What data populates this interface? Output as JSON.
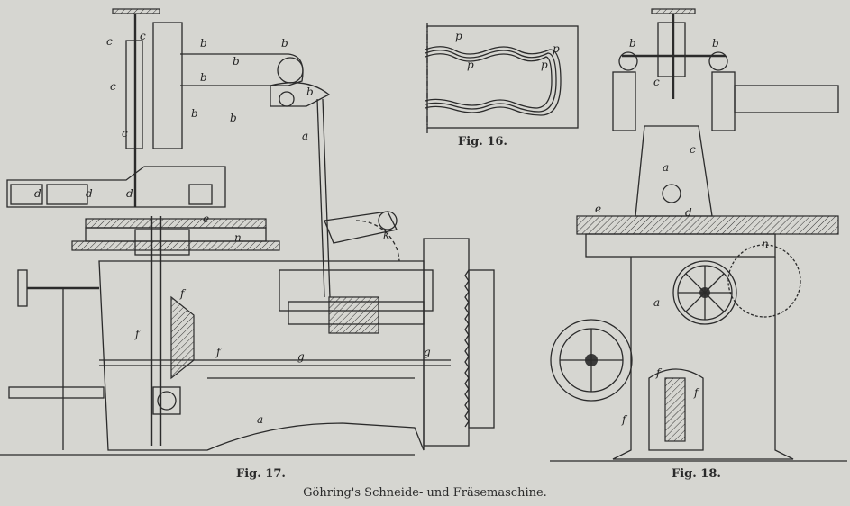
{
  "figures": {
    "fig16": {
      "caption": "Fig. 16.",
      "labels": [
        "p",
        "p",
        "p",
        "p"
      ]
    },
    "fig17": {
      "caption": "Fig. 17.",
      "labels": [
        "c",
        "c",
        "c",
        "c",
        "b",
        "b",
        "b",
        "b",
        "b",
        "b",
        "b",
        "a",
        "d",
        "d",
        "d",
        "e",
        "n",
        "f",
        "f",
        "f",
        "a",
        "g",
        "g",
        "k"
      ]
    },
    "fig18": {
      "caption": "Fig. 18.",
      "labels": [
        "b",
        "b",
        "c",
        "c",
        "d",
        "e",
        "n",
        "a",
        "f",
        "f",
        "f",
        "a"
      ]
    }
  },
  "page_title": "Göhring's Schneide- und Fräsemaschine."
}
